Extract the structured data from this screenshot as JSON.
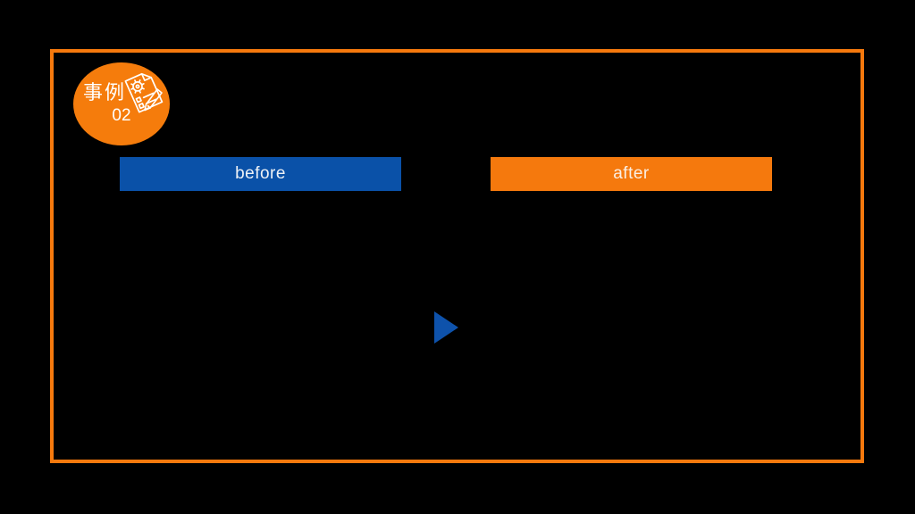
{
  "slide": {
    "background_color": "#000000",
    "frame_border_color": "#F5790D"
  },
  "badge": {
    "label": "事例",
    "number": "02",
    "background_color": "#F57C0C",
    "icon": "document-gear-pencil-icon",
    "text_color": "#FFFFFF"
  },
  "bars": {
    "before": {
      "label": "before",
      "background_color": "#0A51A8",
      "text_color": "#EDF1F6"
    },
    "after": {
      "label": "after",
      "background_color": "#F5790D",
      "text_color": "#FBEFE3"
    }
  },
  "arrow": {
    "direction": "right",
    "color": "#0E52AB"
  }
}
